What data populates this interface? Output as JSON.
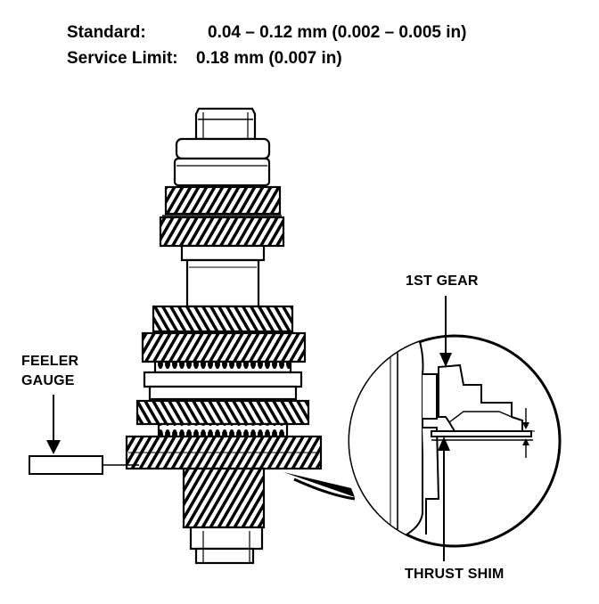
{
  "specs": {
    "standard_label": "Standard:",
    "standard_value": "0.04 – 0.12 mm (0.002 – 0.005 in)",
    "service_label": "Service Limit:",
    "service_value": "0.18 mm (0.007 in)"
  },
  "labels": {
    "feeler_line1": "FEELER",
    "feeler_line2": "GAUGE",
    "first_gear": "1ST GEAR",
    "thrust_shim": "THRUST SHIM"
  },
  "colors": {
    "ink": "#000000",
    "paper": "#ffffff"
  }
}
